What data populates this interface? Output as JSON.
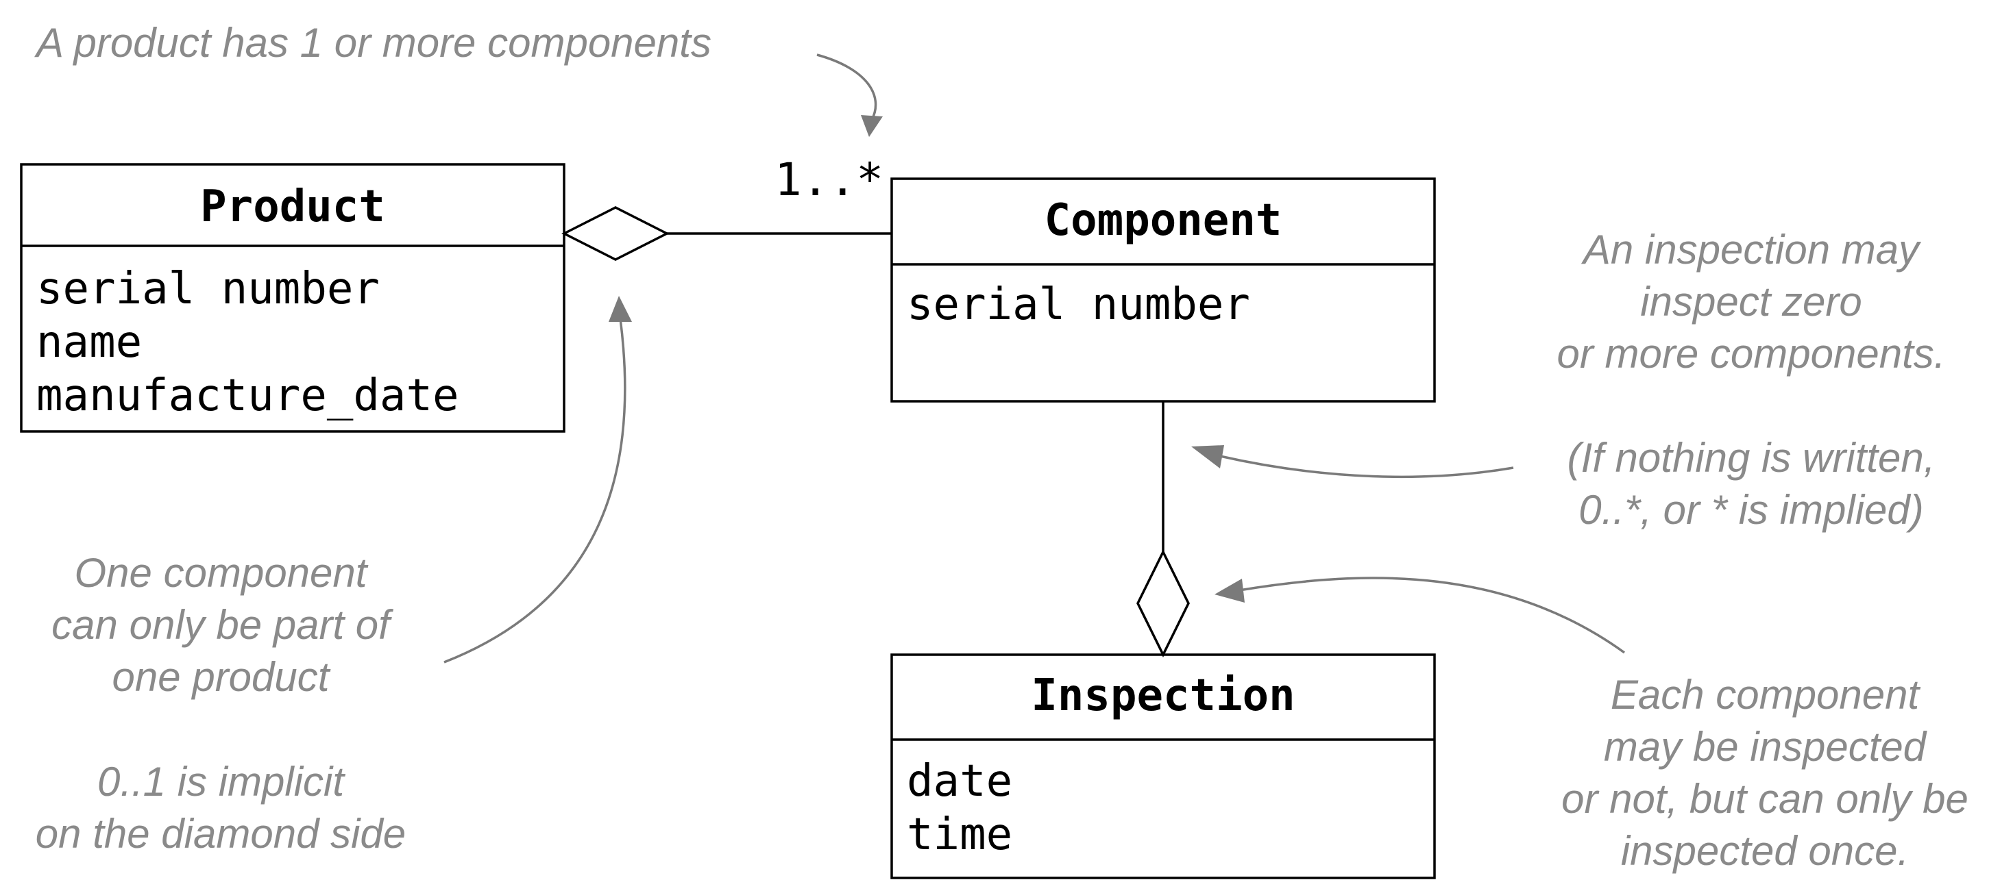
{
  "classes": {
    "product": {
      "title": "Product",
      "attributes": [
        "serial number",
        "name",
        "manufacture_date"
      ]
    },
    "component": {
      "title": "Component",
      "attributes": [
        "serial number"
      ]
    },
    "inspection": {
      "title": "Inspection",
      "attributes": [
        "date",
        "time"
      ]
    }
  },
  "multiplicities": {
    "product_component": "1..*"
  },
  "notes": {
    "top": "A product has 1 or more components",
    "left_1": [
      "One component",
      "can only be part of",
      "one product"
    ],
    "left_2": [
      "0..1 is implicit",
      "on the diamond side"
    ],
    "right_1": [
      "An inspection may",
      "inspect zero",
      "or more components."
    ],
    "right_2": [
      "(If nothing is written,",
      "0..*, or * is implied)"
    ],
    "right_3": [
      "Each component",
      "may be inspected",
      "or not, but can only be",
      "inspected once."
    ]
  },
  "colors": {
    "annotation_text": "#8a8a8a",
    "annotation_arrow": "#7a7a7a",
    "class_border": "#000000"
  }
}
